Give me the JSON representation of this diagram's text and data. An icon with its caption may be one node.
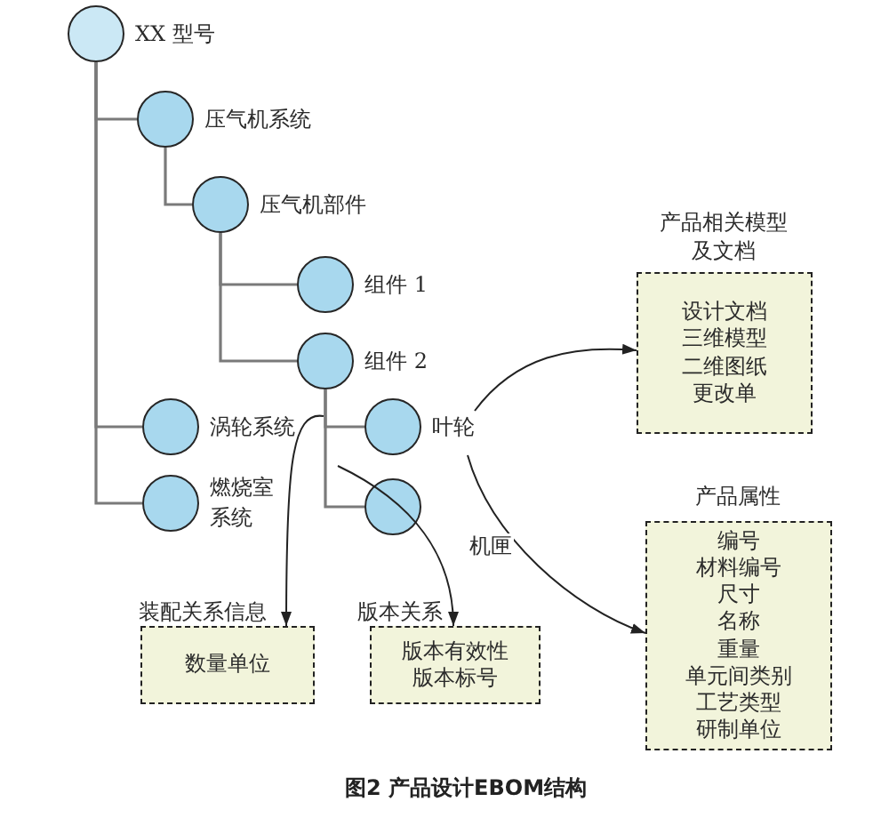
{
  "diagram": {
    "caption": "图2 产品设计EBOM结构",
    "nodes": [
      {
        "text": [],
        "shape": "circle",
        "beside": [
          "XX 型号"
        ]
      },
      {
        "text": [],
        "shape": "circle",
        "beside": [
          "压气机系统"
        ]
      },
      {
        "text": [],
        "shape": "circle",
        "beside": [
          "压气机部件"
        ]
      },
      {
        "text": [],
        "shape": "circle",
        "beside": [
          "组件 1"
        ]
      },
      {
        "text": [],
        "shape": "circle",
        "beside": [
          "组件 2"
        ]
      },
      {
        "text": [],
        "shape": "circle",
        "beside": [
          "涡轮系统"
        ]
      },
      {
        "text": [],
        "shape": "circle",
        "beside": [
          "叶轮"
        ]
      },
      {
        "text": [],
        "shape": "circle",
        "beside": [
          "燃烧室系统"
        ]
      },
      {
        "text": [],
        "shape": "circle"
      },
      {
        "text": [
          "产品相关模型及文档",
          "设计文档",
          "三维模型",
          "二维图纸",
          "更改单"
        ]
      },
      {
        "text": [
          "产品属性",
          "编号",
          "材料编号",
          "尺寸",
          "名称",
          "重量",
          "单元间类别",
          "工艺类型",
          "研制单位"
        ]
      },
      {
        "text": [
          "装配关系信息",
          "数量单位"
        ]
      },
      {
        "text": [
          "版本关系",
          "版本有效性",
          "版本标号"
        ]
      }
    ],
    "edges": [
      {
        "from": 0,
        "to": 1,
        "arrow": "none"
      },
      {
        "from": 0,
        "to": 5,
        "arrow": "none"
      },
      {
        "from": 0,
        "to": 7,
        "arrow": "none"
      },
      {
        "from": 1,
        "to": 2,
        "arrow": "none"
      },
      {
        "from": 2,
        "to": 3,
        "arrow": "none"
      },
      {
        "from": 2,
        "to": 4,
        "arrow": "none"
      },
      {
        "from": 4,
        "to": 6,
        "arrow": "none"
      },
      {
        "from": 4,
        "to": 8,
        "arrow": "none"
      },
      {
        "from": null,
        "to": 11,
        "arrow": "to",
        "color": "#222222"
      },
      {
        "from": null,
        "to": 12,
        "arrow": "to",
        "color": "#222222"
      },
      {
        "from": 6,
        "to": 9,
        "arrow": "to",
        "color": "#222222"
      },
      {
        "from": 6,
        "to": 10,
        "arrow": "to",
        "label": "机匣",
        "color": "#222222"
      }
    ]
  }
}
